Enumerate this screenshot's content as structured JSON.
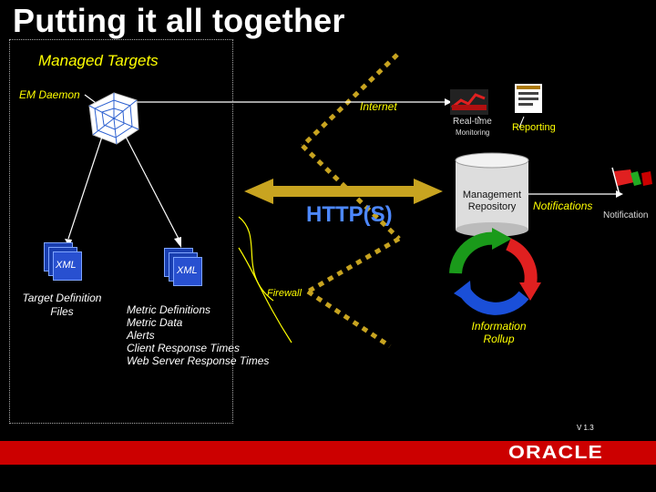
{
  "title": "Putting it all together",
  "managed_targets_label": "Managed Targets",
  "em_daemon_label": "EM Daemon",
  "internet_label": "Internet",
  "realtime_label_1": "Real-time",
  "realtime_label_2": "Monitoring",
  "reporting_label": "Reporting",
  "management_repository_label_1": "Management",
  "management_repository_label_2": "Repository",
  "notifications_label": "Notifications",
  "notification_label": "Notification",
  "http_label": "HTTP(S)",
  "firewall_label": "Firewall",
  "xml_label_left": "XML",
  "xml_label_right": "XML",
  "target_definition_label": "Target Definition Files",
  "metric_items": [
    "Metric Definitions",
    "Metric Data",
    "Alerts",
    "Client Response Times",
    "Web Server Response Times"
  ],
  "information_rollup_label": "Information Rollup",
  "version_label": "V 1.3",
  "footer": {
    "logo_text": "ORACLE"
  },
  "colors": {
    "accent_yellow": "#ffff00",
    "footer_red": "#cc0000",
    "http_blue": "#4d88ff",
    "arrow_gold": "#c8a420"
  }
}
